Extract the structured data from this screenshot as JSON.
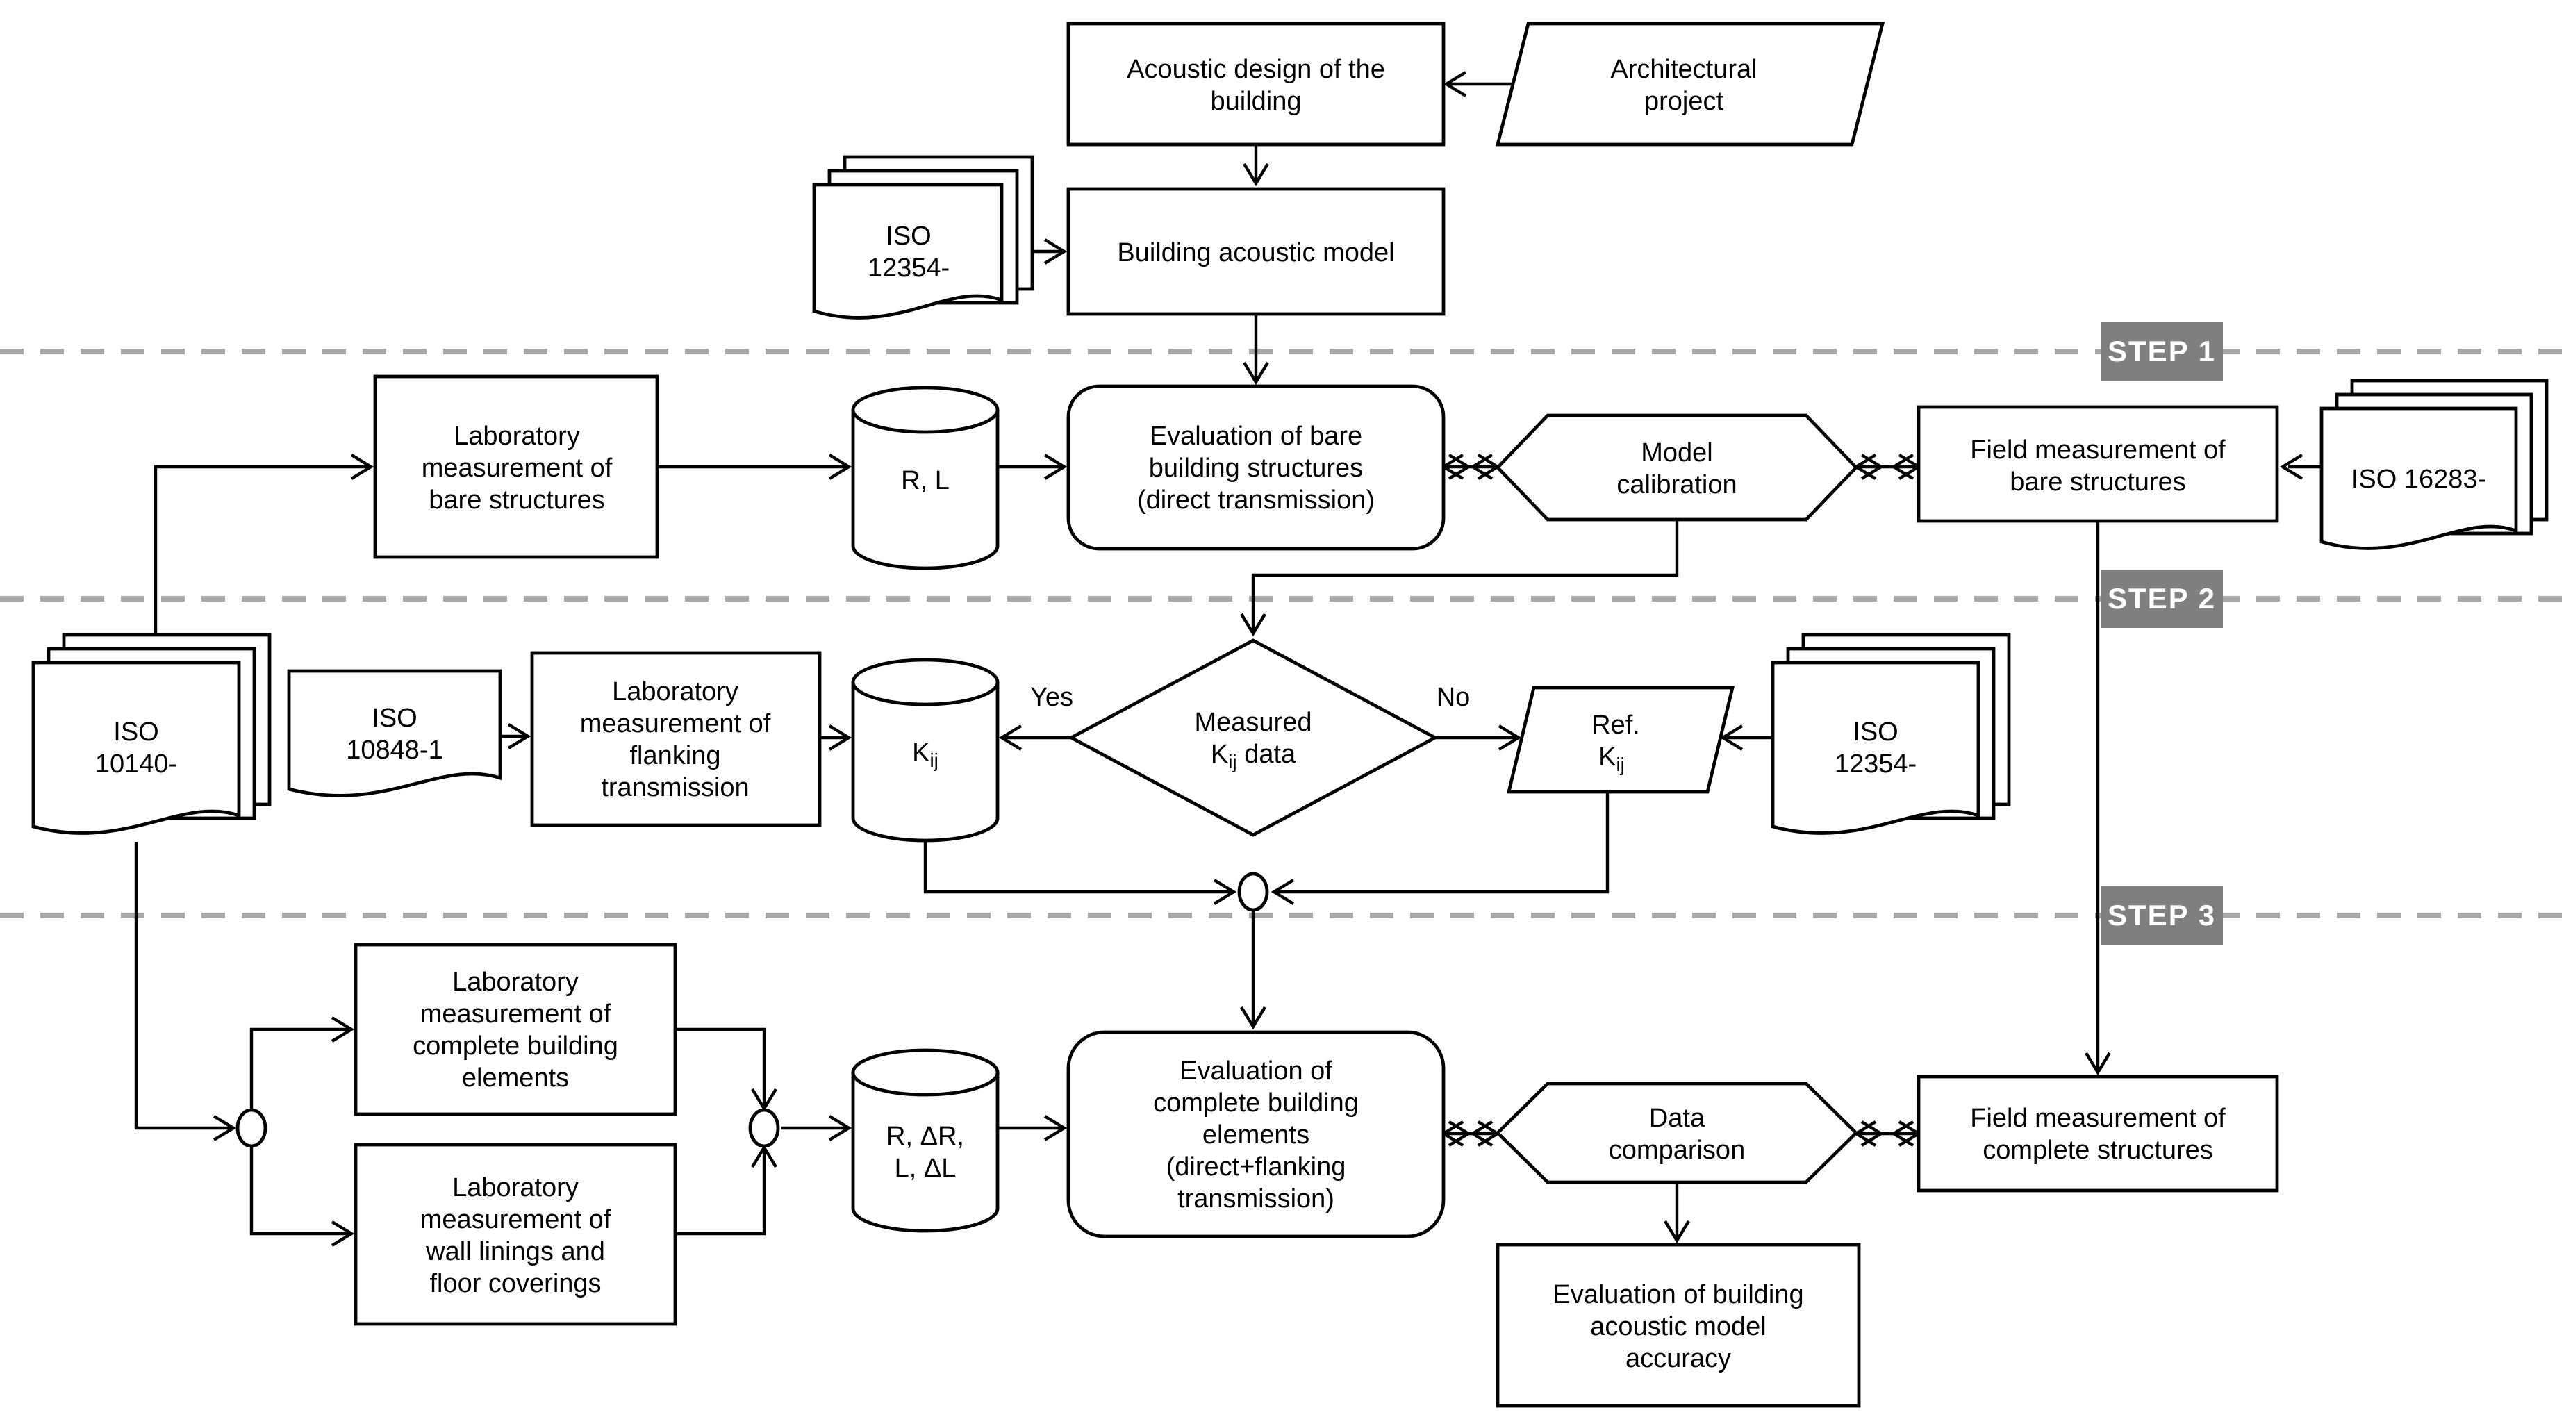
{
  "colors": {
    "line": "#000000",
    "dashed_line": "#a8a8a8",
    "badge_background": "#7f7f7f",
    "badge_text": "#ffffff",
    "shape_fill": "#ffffff"
  },
  "steps": [
    {
      "label": "STEP 1"
    },
    {
      "label": "STEP 2"
    },
    {
      "label": "STEP 3"
    }
  ],
  "nodes": {
    "acoustic_design": {
      "type": "process",
      "lines": [
        "Acoustic design of the",
        "building"
      ]
    },
    "architectural_project": {
      "type": "input-parallelogram",
      "lines": [
        "Architectural",
        "project"
      ]
    },
    "iso_12354_top": {
      "type": "document-stack",
      "lines": [
        "ISO",
        "12354-"
      ]
    },
    "building_acoustic_model": {
      "type": "process",
      "lines": [
        "Building acoustic model"
      ]
    },
    "lab_meas_bare": {
      "type": "process",
      "lines": [
        "Laboratory",
        "measurement of",
        "bare structures"
      ]
    },
    "rl_store": {
      "type": "data-store-cylinder",
      "lines": [
        "R, L"
      ]
    },
    "eval_bare": {
      "type": "rounded-process",
      "lines": [
        "Evaluation of bare",
        "building structures",
        "(direct transmission)"
      ]
    },
    "model_calibration": {
      "type": "hexagon",
      "lines": [
        "Model",
        "calibration"
      ]
    },
    "field_meas_bare": {
      "type": "process",
      "lines": [
        "Field measurement of",
        "bare structures"
      ]
    },
    "iso_16283": {
      "type": "document-stack",
      "lines": [
        "ISO 16283-"
      ]
    },
    "iso_10140": {
      "type": "document-stack",
      "lines": [
        "ISO",
        "10140-"
      ]
    },
    "iso_10848_1": {
      "type": "document",
      "lines": [
        "ISO",
        "10848-1"
      ]
    },
    "lab_meas_flanking": {
      "type": "process",
      "lines": [
        "Laboratory",
        "measurement of",
        "flanking",
        "transmission"
      ]
    },
    "kij_store": {
      "type": "data-store-cylinder",
      "main": "K",
      "sub": "ij"
    },
    "measured_kij": {
      "type": "decision-diamond",
      "line1": "Measured",
      "l2_main": "K",
      "l2_sub": "ij",
      "l2_rest": " data"
    },
    "decision_yes": "Yes",
    "decision_no": "No",
    "ref_kij": {
      "type": "input-parallelogram",
      "line1": "Ref.",
      "l2_main": "K",
      "l2_sub": "ij"
    },
    "iso_12354_mid": {
      "type": "document-stack",
      "lines": [
        "ISO",
        "12354-"
      ]
    },
    "lab_meas_complete": {
      "type": "process",
      "lines": [
        "Laboratory",
        "measurement of",
        "complete building",
        "elements"
      ]
    },
    "lab_meas_wall": {
      "type": "process",
      "lines": [
        "Laboratory",
        "measurement of",
        "wall linings and",
        "floor coverings"
      ]
    },
    "rdl_store": {
      "type": "data-store-cylinder",
      "lines": [
        "R, ΔR,",
        "L, ΔL"
      ]
    },
    "eval_complete": {
      "type": "rounded-process",
      "lines": [
        "Evaluation of",
        "complete building",
        "elements",
        "(direct+flanking",
        "transmission)"
      ]
    },
    "data_comparison": {
      "type": "hexagon",
      "lines": [
        "Data",
        "comparison"
      ]
    },
    "field_meas_complete": {
      "type": "process",
      "lines": [
        "Field measurement of",
        "complete structures"
      ]
    },
    "eval_accuracy": {
      "type": "process",
      "lines": [
        "Evaluation of building",
        "acoustic model",
        "accuracy"
      ]
    }
  }
}
